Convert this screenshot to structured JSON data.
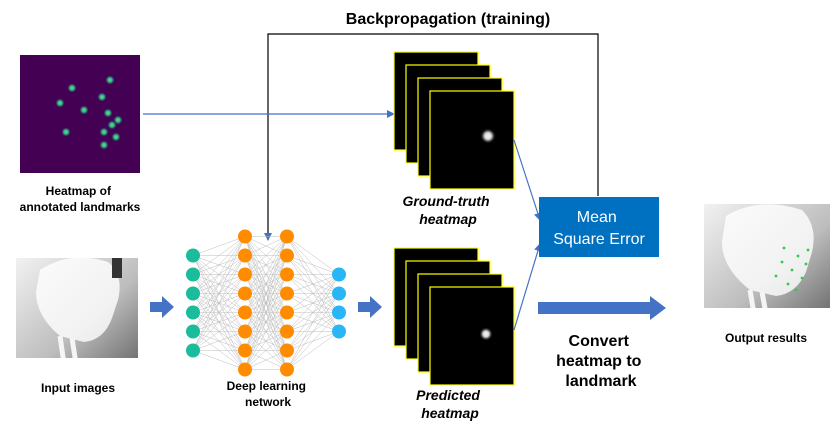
{
  "title": "Backpropagation (training)",
  "heatmap_caption": [
    "Heatmap of",
    "annotated landmarks"
  ],
  "input_caption": "Input images",
  "network_caption": [
    "Deep learning",
    "network"
  ],
  "gt_caption": [
    "Ground-truth",
    "heatmap"
  ],
  "pred_caption": [
    "Predicted",
    "heatmap"
  ],
  "mse_box": [
    "Mean",
    "Square Error"
  ],
  "convert_caption": [
    "Convert",
    "heatmap to",
    "landmark"
  ],
  "output_caption": "Output results",
  "colors": {
    "arrow_blue": "#4472C4",
    "mse_fill": "#0070C0",
    "heatmap_bg": "#440154",
    "frame_border": "#FFFF00",
    "input_nodes": "#1ABC9C",
    "hidden_nodes": "#FF8C00",
    "output_nodes": "#29B6F6"
  },
  "network": {
    "layers": [
      6,
      8,
      8,
      4
    ]
  },
  "icons": [
    "skull-xray-icon",
    "skull-xray-landmarks-icon",
    "heatmap-dots-icon"
  ]
}
